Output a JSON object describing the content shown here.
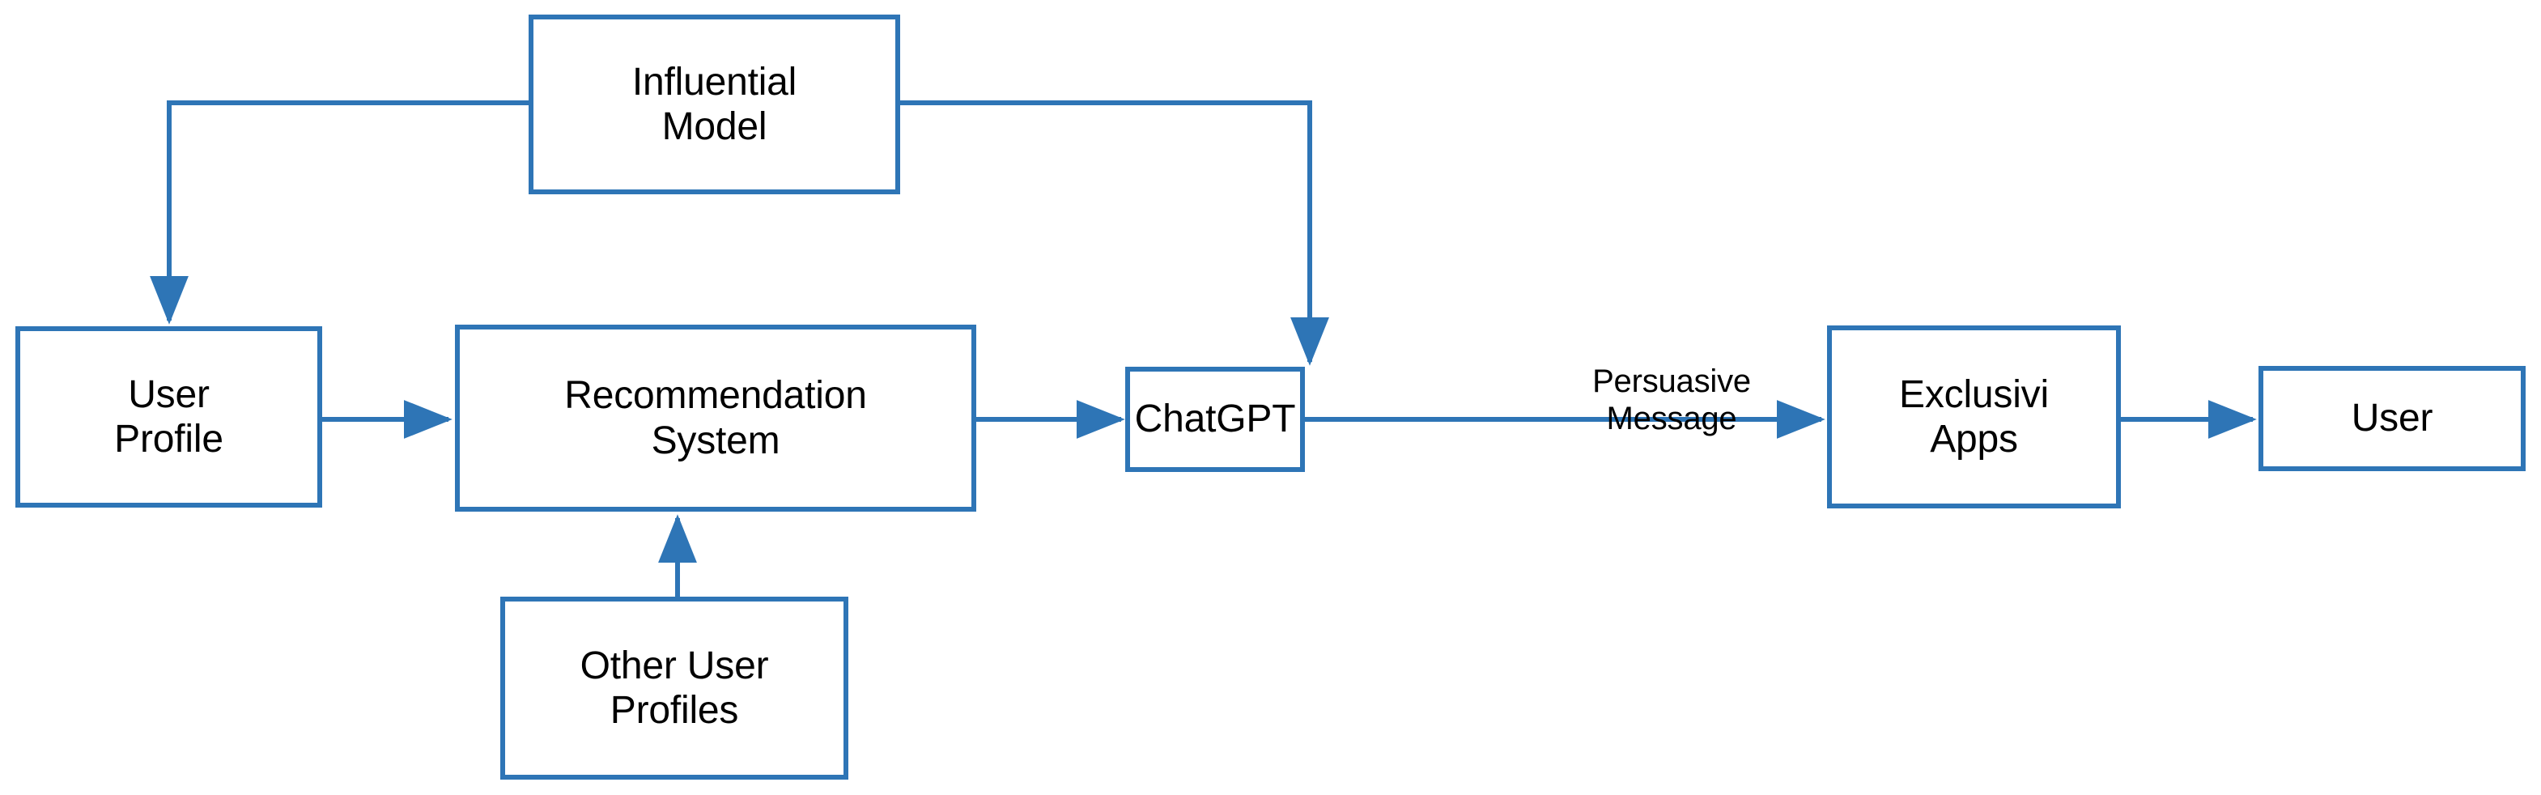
{
  "diagram": {
    "title": "Influential Model Persuasion Flow",
    "colors": {
      "node_border": "#2E75B6",
      "node_fill": "#FFFFFF",
      "connector": "#2E75B6",
      "text": "#000000",
      "background": "#FFFFFF"
    },
    "nodes": [
      {
        "id": "influential-model",
        "label": "Influential\nModel"
      },
      {
        "id": "user-profile",
        "label": "User\nProfile"
      },
      {
        "id": "recommendation-system",
        "label": "Recommendation\nSystem"
      },
      {
        "id": "other-user-profiles",
        "label": "Other User\nProfiles"
      },
      {
        "id": "chatgpt",
        "label": "ChatGPT"
      },
      {
        "id": "exclusivi-apps",
        "label": "Exclusivi\nApps"
      },
      {
        "id": "user",
        "label": "User"
      }
    ],
    "edge_labels": [
      {
        "id": "persuasive-message",
        "label": "Persuasive\nMessage"
      }
    ],
    "edges": [
      {
        "from": "influential-model",
        "to": "user-profile",
        "style": "elbow",
        "arrow": "end"
      },
      {
        "from": "influential-model",
        "to": "chatgpt",
        "style": "elbow",
        "arrow": "end"
      },
      {
        "from": "user-profile",
        "to": "recommendation-system",
        "style": "straight",
        "arrow": "end"
      },
      {
        "from": "other-user-profiles",
        "to": "recommendation-system",
        "style": "straight",
        "arrow": "end"
      },
      {
        "from": "recommendation-system",
        "to": "chatgpt",
        "style": "straight",
        "arrow": "end"
      },
      {
        "from": "chatgpt",
        "to": "exclusivi-apps",
        "style": "straight",
        "arrow": "end",
        "label": "Persuasive\nMessage"
      },
      {
        "from": "exclusivi-apps",
        "to": "user",
        "style": "straight",
        "arrow": "end"
      }
    ]
  }
}
